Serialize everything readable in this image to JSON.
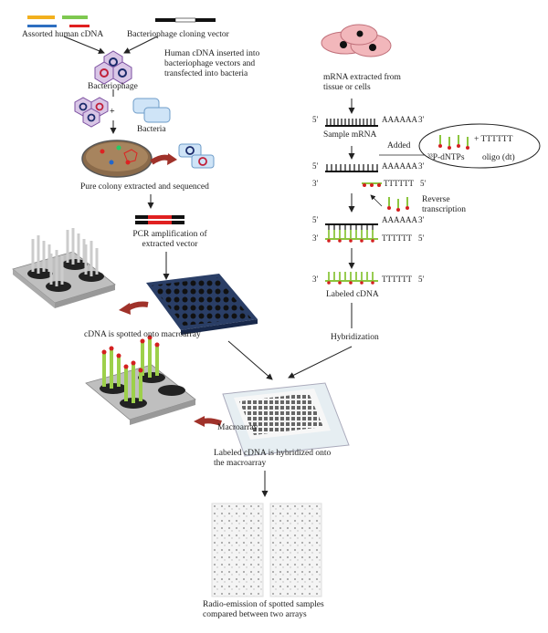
{
  "labels": {
    "assorted_cdna": "Assorted human cDNA",
    "cloning_vector": "Bacteriophage cloning vector",
    "insert_desc": "Human cDNA inserted into bacteriophage vectors and transfected into bacteria",
    "bacteriophage": "Bacteriophage",
    "bacteria": "Bacteria",
    "pure_colony": "Pure colony extracted and sequenced",
    "pcr": "PCR amplification of extracted vector",
    "spotted": "cDNA is spotted onto macroarray",
    "macroarray": "Macroarray",
    "hybridized": "Labeled cDNA is hybridized onto the macroarray",
    "radio": "Radio-emission of spotted samples compared between two arrays",
    "mrna_extracted": "mRNA extracted from tissue or cells",
    "sample_mrna": "Sample mRNA",
    "added": "Added",
    "dntps": "³³P-dNTPs",
    "oligo": "oligo (dt)",
    "plus_tttttt": "+ TTTTTT",
    "reverse_transcription": "Reverse transcription",
    "labeled_cdna": "Labeled cDNA",
    "hybridization": "Hybridization"
  },
  "strand": {
    "five_prime": "5′",
    "three_prime": "3′",
    "polya": "AAAAAA",
    "polyt": "TTTTTT"
  },
  "colors": {
    "cdna_yellow": "#f2b01e",
    "cdna_green": "#7ec850",
    "cdna_blue": "#2e6fc0",
    "cdna_red": "#e02020",
    "probe_green": "#8cc63f",
    "label_red": "#d42020",
    "dark_arrow": "#a0322a",
    "plate_blue": "#2a3e66"
  }
}
